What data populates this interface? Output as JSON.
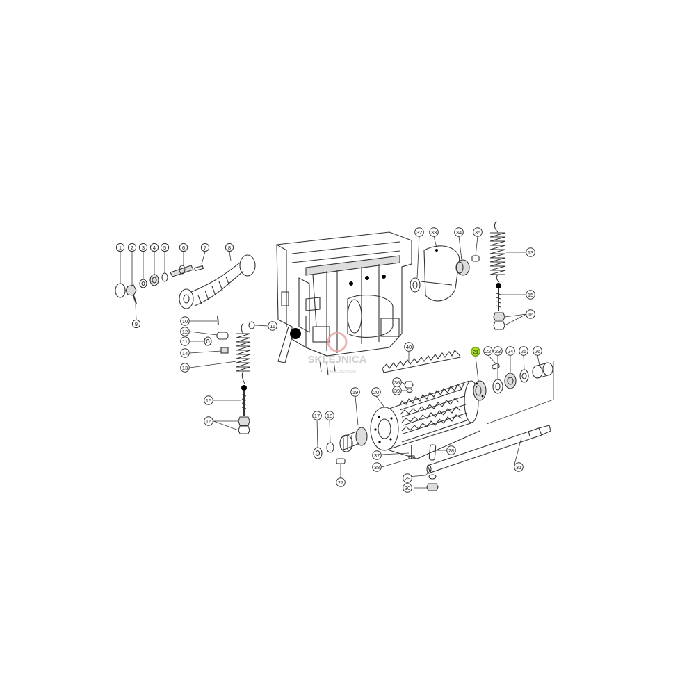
{
  "watermark": {
    "text": "SKLEJNICA",
    "subtext": "MARCINKOWSKI",
    "color": "#c9c9c9",
    "logo_color": "#e9a3a3"
  },
  "highlight_color": "#a6e21e",
  "callouts": [
    {
      "id": "c1",
      "label": "1"
    },
    {
      "id": "c2",
      "label": "2"
    },
    {
      "id": "c3",
      "label": "3"
    },
    {
      "id": "c4",
      "label": "4"
    },
    {
      "id": "c5",
      "label": "5"
    },
    {
      "id": "c6",
      "label": "6"
    },
    {
      "id": "c7",
      "label": "7"
    },
    {
      "id": "c8",
      "label": "8"
    },
    {
      "id": "c9",
      "label": "9"
    },
    {
      "id": "c10",
      "label": "10"
    },
    {
      "id": "c11a",
      "label": "11"
    },
    {
      "id": "c11b",
      "label": "11"
    },
    {
      "id": "c12",
      "label": "12"
    },
    {
      "id": "c13a",
      "label": "13"
    },
    {
      "id": "c13b",
      "label": "13"
    },
    {
      "id": "c14",
      "label": "14"
    },
    {
      "id": "c15a",
      "label": "15"
    },
    {
      "id": "c15b",
      "label": "15"
    },
    {
      "id": "c16a",
      "label": "16"
    },
    {
      "id": "c16b",
      "label": "16"
    },
    {
      "id": "c17",
      "label": "17"
    },
    {
      "id": "c18",
      "label": "18"
    },
    {
      "id": "c19",
      "label": "19"
    },
    {
      "id": "c20",
      "label": "20"
    },
    {
      "id": "c21",
      "label": "21",
      "highlight": true
    },
    {
      "id": "c22",
      "label": "22"
    },
    {
      "id": "c23",
      "label": "23"
    },
    {
      "id": "c24",
      "label": "24"
    },
    {
      "id": "c25",
      "label": "25"
    },
    {
      "id": "c26",
      "label": "26"
    },
    {
      "id": "c27",
      "label": "27"
    },
    {
      "id": "c28",
      "label": "28"
    },
    {
      "id": "c29",
      "label": "29"
    },
    {
      "id": "c30",
      "label": "30"
    },
    {
      "id": "c31",
      "label": "31"
    },
    {
      "id": "c32",
      "label": "32"
    },
    {
      "id": "c33",
      "label": "33"
    },
    {
      "id": "c34",
      "label": "34"
    },
    {
      "id": "c35",
      "label": "35"
    },
    {
      "id": "c36",
      "label": "36"
    },
    {
      "id": "c37",
      "label": "37"
    },
    {
      "id": "c38",
      "label": "38"
    },
    {
      "id": "c39",
      "label": "39"
    },
    {
      "id": "c40",
      "label": "40"
    }
  ]
}
